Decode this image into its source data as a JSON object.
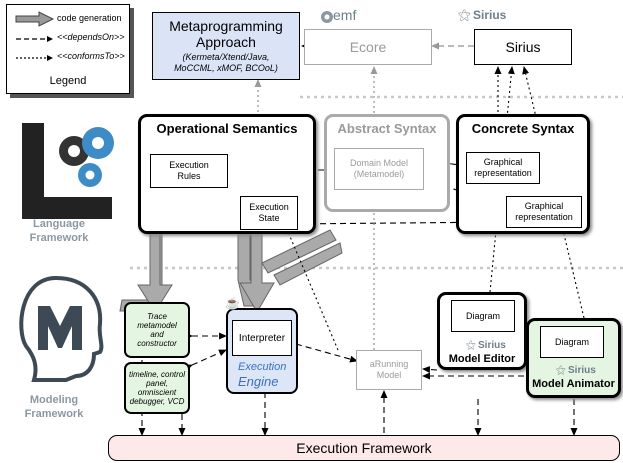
{
  "legend": {
    "title": "Legend",
    "code_generation": "code generation",
    "depends_on": "<<dependsOn>>",
    "conforms_to": "<<conformsTo>>"
  },
  "meta": {
    "title_line1": "Metaprogramming",
    "title_line2": "Approach",
    "subtitle_line1": "(Kermeta/Xtend/Java,",
    "subtitle_line2": "MoCCML, xMOF, BCOoL)"
  },
  "ecore": {
    "label": "Ecore",
    "logo_text": "emf"
  },
  "sirius": {
    "label": "Sirius",
    "logo_text": "Sirius"
  },
  "language_framework": {
    "line1": "Language",
    "line2": "Framework"
  },
  "modeling_framework": {
    "line1": "Modeling",
    "line2": "Framework"
  },
  "operational_semantics": {
    "title": "Operational Semantics",
    "execution_rules_line1": "Execution",
    "execution_rules_line2": "Rules",
    "execution_state_line1": "Execution",
    "execution_state_line2": "State"
  },
  "abstract_syntax": {
    "title": "Abstract Syntax",
    "domain_model_line1": "Domain Model",
    "domain_model_line2": "(Metamodel)"
  },
  "concrete_syntax": {
    "title": "Concrete Syntax",
    "graphical_rep1_line1": "Graphical",
    "graphical_rep1_line2": "representation",
    "graphical_rep2_line1": "Graphical",
    "graphical_rep2_line2": "representation"
  },
  "trace": {
    "line1": "Trace",
    "line2": "metamodel",
    "line3": "and",
    "line4": "constructor"
  },
  "tools": {
    "line1": "timeline, control",
    "line2": "panel, omniscient",
    "line3": "debugger, VCD"
  },
  "engine": {
    "interpreter": "Interpreter",
    "line1": "Execution",
    "line2": "Engine"
  },
  "running_model": {
    "line1": "aRunning",
    "line2": "Model"
  },
  "model_editor": {
    "diagram": "Diagram",
    "brand": "Sirius",
    "title": "Model Editor"
  },
  "model_animator": {
    "diagram": "Diagram",
    "brand": "Sirius",
    "title": "Model Animator"
  },
  "execution_framework": {
    "label": "Execution Framework"
  },
  "colors": {
    "meta_fill": "#dbe4f7",
    "engine_fill": "#dde6f6",
    "green_fill": "#e4f5e2",
    "framework_fill": "#fde8ea",
    "gray_text": "#9a9a9a",
    "logo_gray": "#6f7f8b",
    "engine_blue": "#3a6fc4"
  }
}
